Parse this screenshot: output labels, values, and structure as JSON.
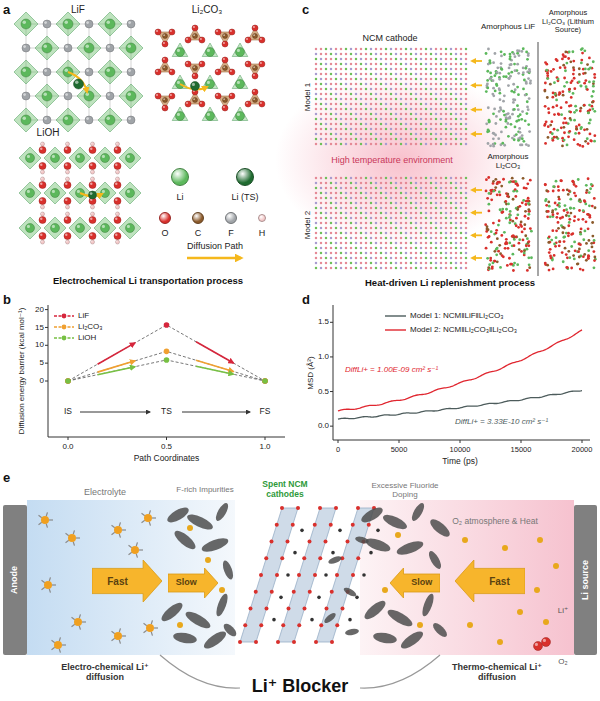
{
  "diagram": {
    "nodes": [
      {
        "text": [
          "Anode"
        ]
      },
      {
        "text": [
          "Fast"
        ]
      },
      {
        "text": [
          "Slow"
        ]
      },
      {
        "text": [
          "Slow"
        ]
      },
      {
        "text": [
          "Fast"
        ]
      },
      {
        "text": [
          "Li source"
        ]
      }
    ],
    "labels": [
      "a",
      "LiF",
      "Li₂CO₃",
      "LiOH",
      "Electrochemical Li transportation process",
      "b",
      "Diffusion energy barrier (kcal mol⁻¹)",
      "0",
      "5",
      "10",
      "15",
      "20",
      "IS",
      "TS",
      "FS",
      "0.0",
      "0.5",
      "1.0",
      "Path Coordinates",
      "c",
      "NCM cathode",
      "Amorphous LiF",
      "Amorphous Li₂CO₃ (Lithium Source)",
      "Model 1",
      "High temperature environment",
      "Amorphous Li₂CO₃",
      "Model 2",
      "Heat-driven Li replenishment process",
      "d",
      "MSD (Å²)",
      "0.0",
      "0.5",
      "1.0",
      "1.5",
      "0",
      "5000",
      "10000",
      "15000",
      "20000",
      "Time (ps)",
      "DiffLi+ = 1.00E-09 cm² s⁻¹",
      "DiffLi+ = 3.33E-10 cm² s⁻¹",
      "e",
      "Electrolyte",
      "F-rich Impurities",
      "Spent NCM cathodes",
      "Excessive Fluoride Doping",
      "O₂ atmosphere & Heat",
      "Li⁺",
      "O₂",
      "Electro-chemical Li⁺ diffusion",
      "Li⁺ Blocker",
      "Thermo-chemical Li⁺ diffusion"
    ],
    "legend": [
      {
        "text": "Li",
        "color": "#5cb85c"
      },
      {
        "text": "Li (TS)",
        "color": "#1f6b30"
      },
      {
        "text": "O",
        "color": "#d9302c"
      },
      {
        "text": "C",
        "color": "#8b5a2b"
      },
      {
        "text": "F",
        "color": "#a0a4a8"
      },
      {
        "text": "H",
        "color": "#f4c9c9"
      },
      {
        "text": "Diffusion Path"
      },
      {
        "text": "LiF"
      },
      {
        "text": "Li₂CO₃"
      },
      {
        "text": "LiOH"
      },
      {
        "text": "Model 1: NCM‖LiF‖Li₂CO₃"
      },
      {
        "text": "Model 2: NCM‖Li₂CO₃‖Li₂CO₃"
      }
    ]
  }
}
